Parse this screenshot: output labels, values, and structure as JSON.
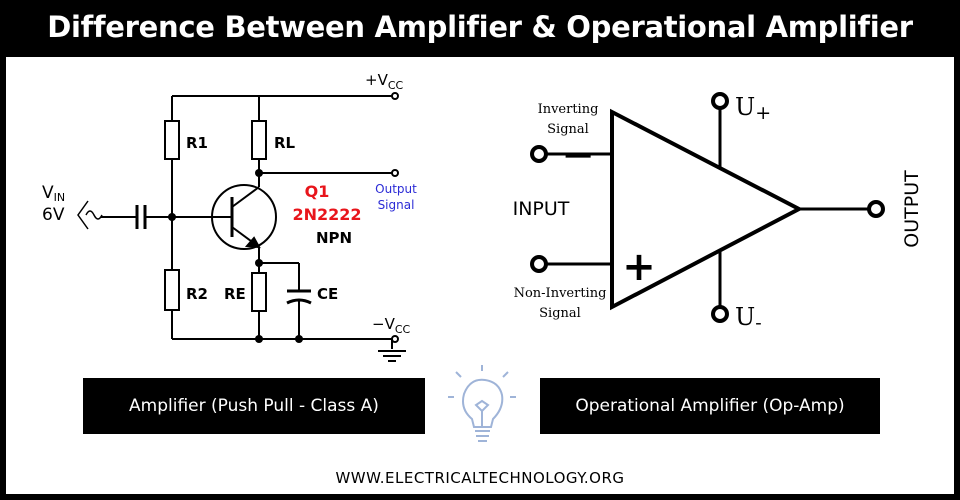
{
  "title": "Difference Between Amplifier & Operational Amplifier",
  "amplifier": {
    "supply_pos_main": "+V",
    "supply_pos_sub": "CC",
    "supply_neg_main": "−V",
    "supply_neg_sub": "CC",
    "r1": "R1",
    "r2": "R2",
    "rl": "RL",
    "re": "RE",
    "ce": "CE",
    "vin_main": "V",
    "vin_sub": "IN",
    "vin_value": "6V",
    "transistor_name": "Q1",
    "transistor_part": "2N2222",
    "transistor_type": "NPN",
    "output_line1": "Output",
    "output_line2": "Signal",
    "caption": "Amplifier (Push Pull - Class A)"
  },
  "opamp": {
    "inverting_line1": "Inverting",
    "inverting_line2": "Signal",
    "noninverting_line1": "Non-Inverting",
    "noninverting_line2": "Signal",
    "input_label": "INPUT",
    "output_label": "OUTPUT",
    "minus_sign": "−",
    "plus_sign": "+",
    "u_pos_main": "U",
    "u_pos_sub": "+",
    "u_neg_main": "U",
    "u_neg_sub": "-",
    "caption": "Operational Amplifier (Op-Amp)"
  },
  "icons": [
    "lightbulb-icon",
    "ac-source-icon",
    "ground-icon"
  ],
  "colors": {
    "transistor_label": "#e8151b",
    "output_signal": "#2b2bd6",
    "lightbulb": "#9fb4d8"
  },
  "website": "WWW.ELECTRICALTECHNOLOGY.ORG"
}
